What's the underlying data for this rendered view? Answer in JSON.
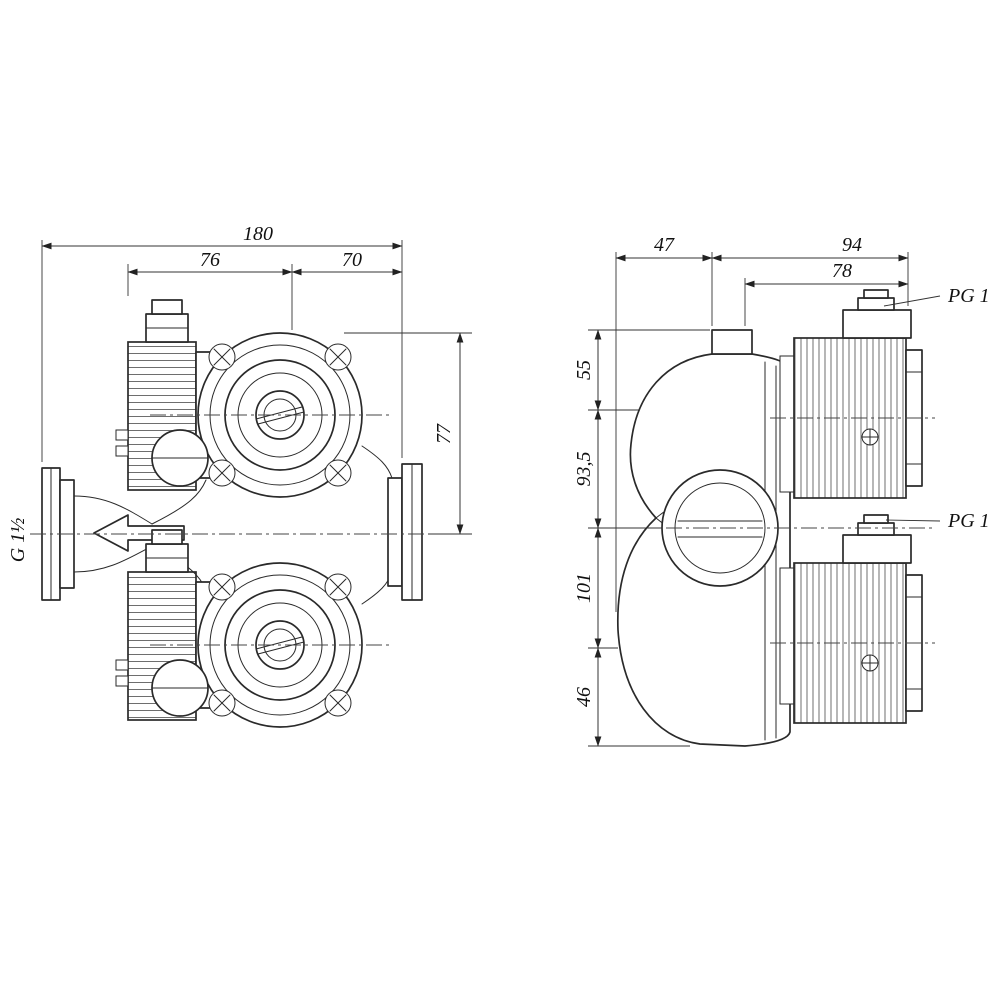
{
  "drawing": {
    "front": {
      "total_width": "180",
      "left_width": "76",
      "right_width": "70",
      "height": "77",
      "pipe_thread": "G 1½"
    },
    "side": {
      "housing_depth": "47",
      "motor_depth": "94",
      "motor_inner_depth": "78",
      "top_height": "55",
      "upper_mid_height": "93,5",
      "lower_mid_height": "101",
      "bottom_height": "46",
      "cable_gland_top": "PG 1",
      "cable_gland_bottom": "PG 1"
    }
  }
}
